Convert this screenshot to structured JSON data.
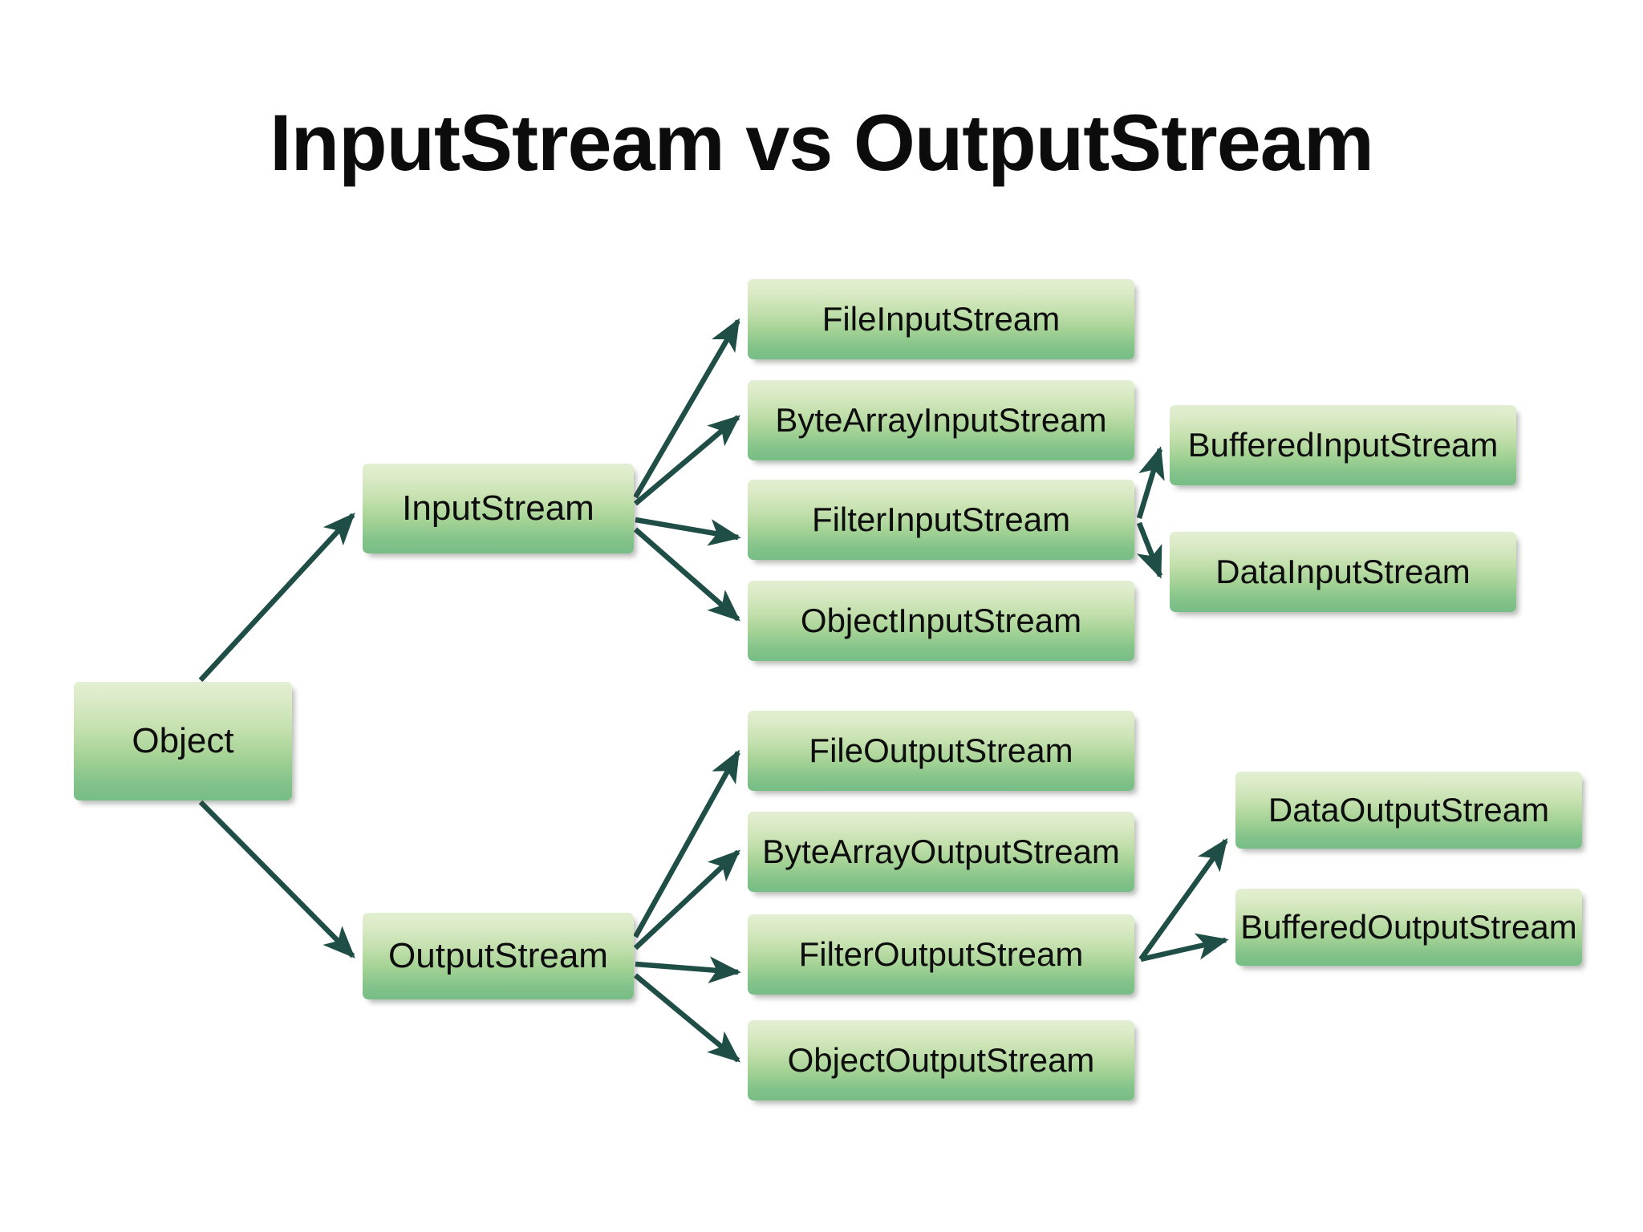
{
  "slide": {
    "title": "InputStream vs OutputStream",
    "background_color": "#ffffff",
    "title_color": "#0c0c0c"
  },
  "theme": {
    "node_fill_top": "#dcebc8",
    "node_fill_bottom": "#77bd86",
    "node_text_color": "#0d0d0d",
    "edge_color": "#1f4e46"
  },
  "diagram": {
    "type": "class-hierarchy",
    "nodes": [
      {
        "id": "object",
        "label": "Object"
      },
      {
        "id": "inputstream",
        "label": "InputStream"
      },
      {
        "id": "outputstream",
        "label": "OutputStream"
      },
      {
        "id": "fileinput",
        "label": "FileInputStream"
      },
      {
        "id": "bytearrayinput",
        "label": "ByteArrayInputStream"
      },
      {
        "id": "filterinput",
        "label": "FilterInputStream"
      },
      {
        "id": "objectinput",
        "label": "ObjectInputStream"
      },
      {
        "id": "bufferedinput",
        "label": "BufferedInputStream"
      },
      {
        "id": "datainput",
        "label": "DataInputStream"
      },
      {
        "id": "fileoutput",
        "label": "FileOutputStream"
      },
      {
        "id": "bytearrayoutput",
        "label": "ByteArrayOutputStream"
      },
      {
        "id": "filteroutput",
        "label": "FilterOutputStream"
      },
      {
        "id": "objectoutput",
        "label": "ObjectOutputStream"
      },
      {
        "id": "dataoutput",
        "label": "DataOutputStream"
      },
      {
        "id": "bufferedoutput",
        "label": "BufferedOutputStream"
      }
    ],
    "edges": [
      {
        "from": "object",
        "to": "inputstream"
      },
      {
        "from": "object",
        "to": "outputstream"
      },
      {
        "from": "inputstream",
        "to": "fileinput"
      },
      {
        "from": "inputstream",
        "to": "bytearrayinput"
      },
      {
        "from": "inputstream",
        "to": "filterinput"
      },
      {
        "from": "inputstream",
        "to": "objectinput"
      },
      {
        "from": "filterinput",
        "to": "bufferedinput"
      },
      {
        "from": "filterinput",
        "to": "datainput"
      },
      {
        "from": "outputstream",
        "to": "fileoutput"
      },
      {
        "from": "outputstream",
        "to": "bytearrayoutput"
      },
      {
        "from": "outputstream",
        "to": "filteroutput"
      },
      {
        "from": "outputstream",
        "to": "objectoutput"
      },
      {
        "from": "filteroutput",
        "to": "dataoutput"
      },
      {
        "from": "filteroutput",
        "to": "bufferedoutput"
      }
    ]
  }
}
